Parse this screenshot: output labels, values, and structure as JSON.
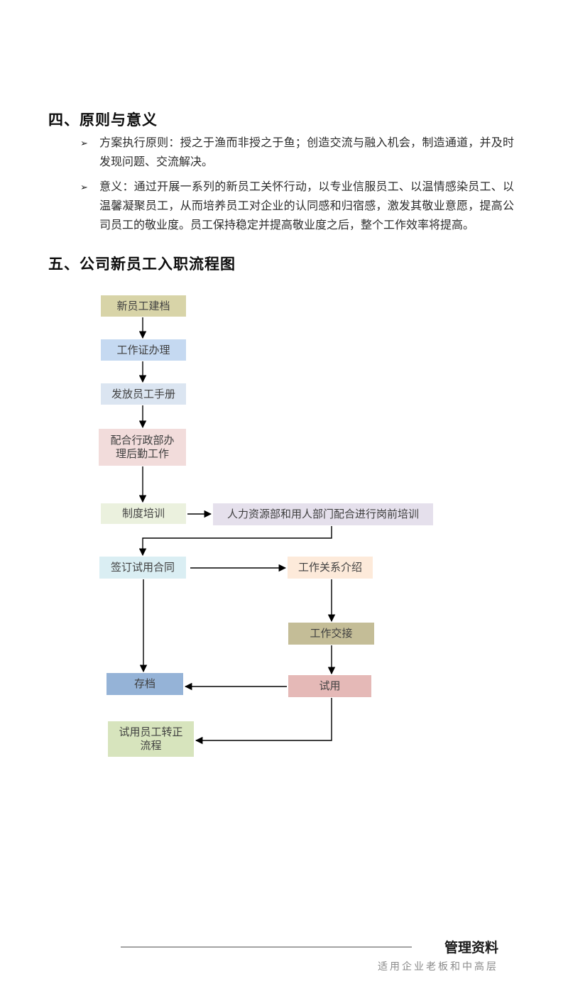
{
  "section4": {
    "heading": "四、原则与意义",
    "bullets": [
      {
        "marker": "➢",
        "text": "方案执行原则：授之于渔而非授之于鱼；创造交流与融入机会，制造通道，并及时发现问题、交流解决。"
      },
      {
        "marker": "➢",
        "text": "意义：通过开展一系列的新员工关怀行动，以专业信服员工、以温情感染员工、以温馨凝聚员工，从而培养员工对企业的认同感和归宿感，激发其敬业意愿，提高公司员工的敬业度。员工保持稳定并提高敬业度之后，整个工作效率将提高。"
      }
    ]
  },
  "section5": {
    "heading": "五、公司新员工入职流程图"
  },
  "flowchart": {
    "arrow_color": "#000000",
    "nodes": [
      {
        "id": "new-employee-archive",
        "label": "新员工建档",
        "fill": "#d8d4a8"
      },
      {
        "id": "work-permit",
        "label": "工作证办理",
        "fill": "#c5d9f1"
      },
      {
        "id": "employee-handbook",
        "label": "发放员工手册",
        "fill": "#dbe5f1"
      },
      {
        "id": "admin-logistics",
        "label": "配合行政部办理后勤工作",
        "fill": "#f2dcdb"
      },
      {
        "id": "system-training",
        "label": "制度培训",
        "fill": "#ebf1de"
      },
      {
        "id": "pre-job-training",
        "label": "人力资源部和用人部门配合进行岗前培训",
        "fill": "#e5e0ec"
      },
      {
        "id": "probation-contract",
        "label": "签订试用合同",
        "fill": "#daeef3"
      },
      {
        "id": "work-relations-intro",
        "label": "工作关系介绍",
        "fill": "#fdeada"
      },
      {
        "id": "work-handover",
        "label": "工作交接",
        "fill": "#c4bd97"
      },
      {
        "id": "archive",
        "label": "存档",
        "fill": "#95b3d7"
      },
      {
        "id": "probation",
        "label": "试用",
        "fill": "#e5b9b7"
      },
      {
        "id": "regularization-process",
        "label": "试用员工转正流程",
        "fill": "#d7e4bd"
      }
    ]
  },
  "footer": {
    "brand": "管理资料",
    "tagline": "适用企业老板和中高层"
  }
}
